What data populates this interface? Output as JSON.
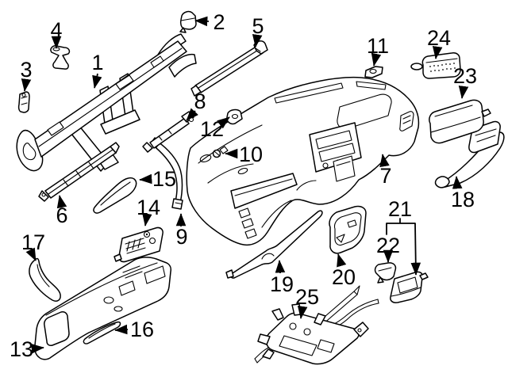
{
  "diagram": {
    "type": "exploded-parts-diagram",
    "subject": "instrument-panel-assembly",
    "background_color": "#ffffff",
    "line_color": "#000000",
    "callout_count": 25,
    "callouts": [
      {
        "label": "1"
      },
      {
        "label": "2"
      },
      {
        "label": "3"
      },
      {
        "label": "4"
      },
      {
        "label": "5"
      },
      {
        "label": "6"
      },
      {
        "label": "7"
      },
      {
        "label": "8"
      },
      {
        "label": "9"
      },
      {
        "label": "10"
      },
      {
        "label": "11"
      },
      {
        "label": "12"
      },
      {
        "label": "13"
      },
      {
        "label": "14"
      },
      {
        "label": "15"
      },
      {
        "label": "16"
      },
      {
        "label": "17"
      },
      {
        "label": "18"
      },
      {
        "label": "19"
      },
      {
        "label": "20"
      },
      {
        "label": "21"
      },
      {
        "label": "22"
      },
      {
        "label": "23"
      },
      {
        "label": "24"
      },
      {
        "label": "25"
      }
    ]
  }
}
